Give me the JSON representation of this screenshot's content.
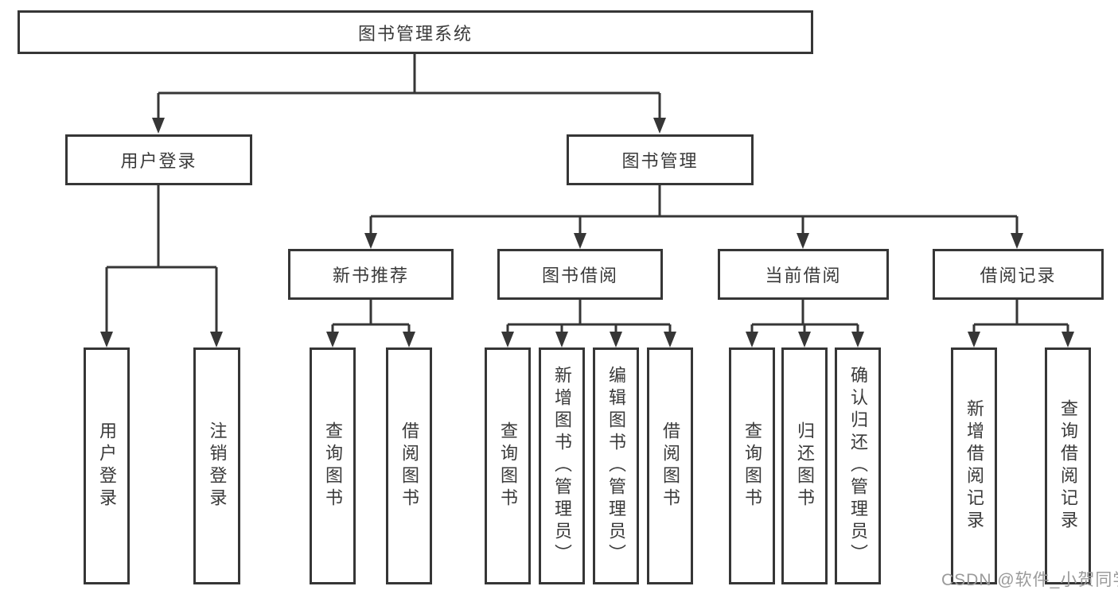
{
  "tree": {
    "root": {
      "label": "图书管理系统",
      "children": [
        {
          "label": "用户登录",
          "children": [
            {
              "label": "用户登录"
            },
            {
              "label": "注销登录"
            }
          ]
        },
        {
          "label": "图书管理",
          "children": [
            {
              "label": "新书推荐",
              "children": [
                {
                  "label": "查询图书"
                },
                {
                  "label": "借阅图书"
                }
              ]
            },
            {
              "label": "图书借阅",
              "children": [
                {
                  "label": "查询图书"
                },
                {
                  "label": "新增图书（管理员）"
                },
                {
                  "label": "编辑图书（管理员）"
                },
                {
                  "label": "借阅图书"
                }
              ]
            },
            {
              "label": "当前借阅",
              "children": [
                {
                  "label": "查询图书"
                },
                {
                  "label": "归还图书"
                },
                {
                  "label": "确认归还（管理员）"
                }
              ]
            },
            {
              "label": "借阅记录",
              "children": [
                {
                  "label": "新增借阅记录"
                },
                {
                  "label": "查询借阅记录"
                }
              ]
            }
          ]
        }
      ]
    }
  },
  "watermark": {
    "text": "CSDN @软件_小贺同学"
  },
  "colors": {
    "line": "#363636",
    "text": "#3a3a3a",
    "box_background": "#ffffff",
    "watermark": "#9a9a9a",
    "background": "#ffffff"
  }
}
